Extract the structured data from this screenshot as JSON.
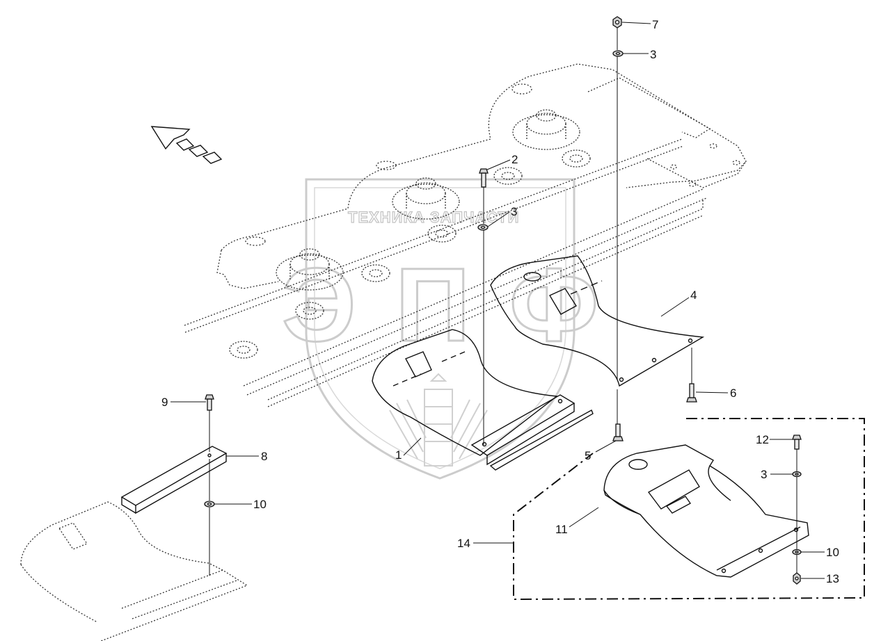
{
  "diagram": {
    "colors": {
      "line": "#111111",
      "dotted": "#333333",
      "watermark": "#c0c0c0",
      "background": "#ffffff"
    },
    "watermark": {
      "caption": "ТЕХНИКА  ЗАПЧАСТИ",
      "letters": "ЭПФ"
    },
    "callouts": [
      {
        "id": "c7a",
        "label": "7"
      },
      {
        "id": "c3a",
        "label": "3"
      },
      {
        "id": "c2",
        "label": "2"
      },
      {
        "id": "c3b",
        "label": "3"
      },
      {
        "id": "c4",
        "label": "4"
      },
      {
        "id": "c6",
        "label": "6"
      },
      {
        "id": "c5",
        "label": "5"
      },
      {
        "id": "c1",
        "label": "1"
      },
      {
        "id": "c9",
        "label": "9"
      },
      {
        "id": "c8",
        "label": "8"
      },
      {
        "id": "c10a",
        "label": "10"
      },
      {
        "id": "c12",
        "label": "12"
      },
      {
        "id": "c3c",
        "label": "3"
      },
      {
        "id": "c11",
        "label": "11"
      },
      {
        "id": "c14",
        "label": "14"
      },
      {
        "id": "c10b",
        "label": "10"
      },
      {
        "id": "c13",
        "label": "13"
      }
    ]
  }
}
